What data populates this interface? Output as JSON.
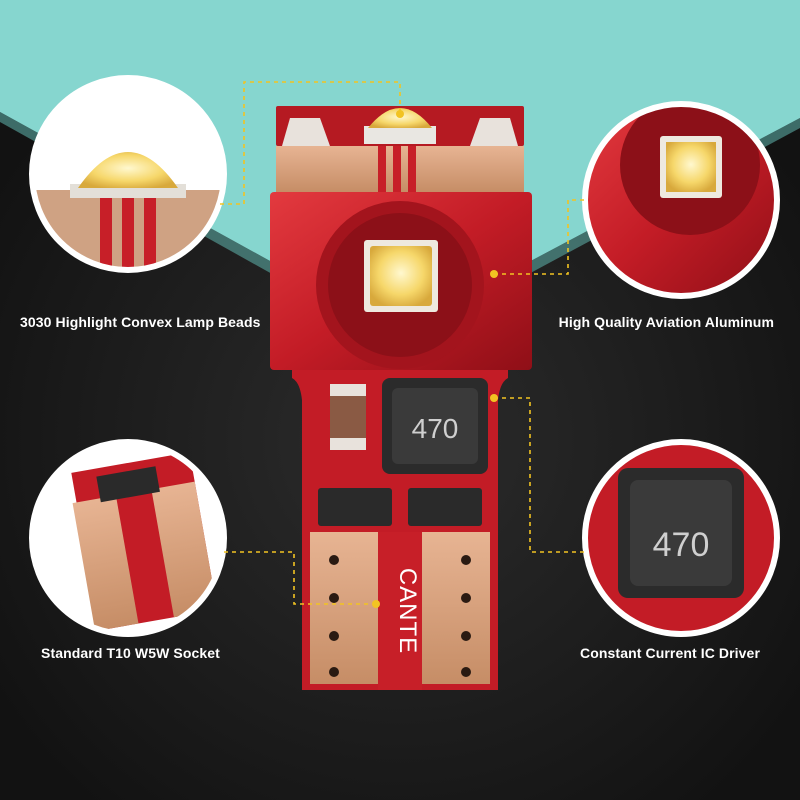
{
  "features": {
    "lamp_beads": "3030 Highlight Convex Lamp Beads",
    "aluminum": "High Quality Aviation Aluminum",
    "socket": "Standard T10 W5W Socket",
    "driver": "Constant Current IC Driver"
  },
  "product": {
    "brand_mark": "CANTE",
    "inductor_code": "470"
  },
  "colors": {
    "background": "#1a1a1a",
    "accent_band": "#86d6cf",
    "body_red": "#c8202a",
    "copper": "#d9a07a",
    "callout_line": "#f2c322",
    "led_yellow": "#f7dc7a"
  },
  "icons": {
    "callout_circles": "magnified-detail-circle"
  }
}
